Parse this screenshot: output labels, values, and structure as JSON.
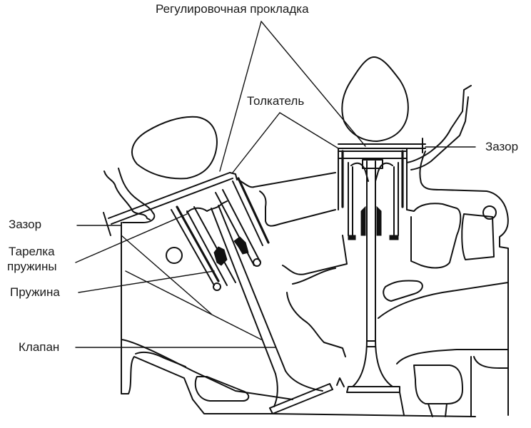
{
  "diagram": {
    "title": "Valve clearance adjustment diagram (shim-type tappets)",
    "labels": {
      "shim": "Регулировочная прокладка",
      "tappet": "Толкатель",
      "clearance_left": "Зазор",
      "clearance_right": "Зазор",
      "spring_retainer_line1": "Тарелка",
      "spring_retainer_line2": "пружины",
      "spring": "Пружина",
      "valve": "Клапан"
    },
    "colors": {
      "line": "#111111",
      "text": "#1a1a1a",
      "background": "#ffffff"
    }
  }
}
